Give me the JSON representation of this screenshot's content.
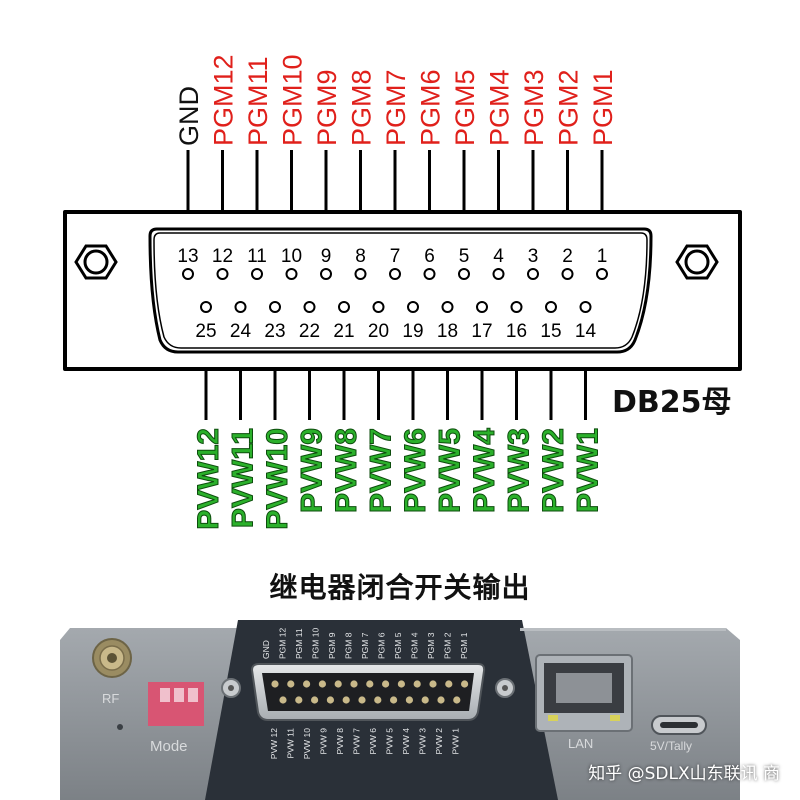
{
  "connector": {
    "name": "DB25母",
    "top_pins": [
      "13",
      "12",
      "11",
      "10",
      "9",
      "8",
      "7",
      "6",
      "5",
      "4",
      "3",
      "2",
      "1"
    ],
    "bottom_pins": [
      "25",
      "24",
      "23",
      "22",
      "21",
      "20",
      "19",
      "18",
      "17",
      "16",
      "15",
      "14"
    ],
    "top_signals": [
      "GND",
      "PGM12",
      "PGM11",
      "PGM10",
      "PGM9",
      "PGM8",
      "PGM7",
      "PGM6",
      "PGM5",
      "PGM4",
      "PGM3",
      "PGM2",
      "PGM1"
    ],
    "bottom_signals": [
      "PVW12",
      "PVW11",
      "PVW10",
      "PVW9",
      "PVW8",
      "PVW7",
      "PVW6",
      "PVW5",
      "PVW4",
      "PVW3",
      "PVW2",
      "PVW1"
    ]
  },
  "caption": "继电器闭合开关输出",
  "device": {
    "rf_label": "RF",
    "mode_label": "Mode",
    "lan_label": "LAN",
    "usb_label": "5V/Tally",
    "top_labels": [
      "GND",
      "PGM 12",
      "PGM 11",
      "PGM 10",
      "PGM 9",
      "PGM 8",
      "PGM 7",
      "PGM 6",
      "PGM 5",
      "PGM 4",
      "PGM 3",
      "PGM 2",
      "PGM 1"
    ],
    "bottom_labels": [
      "PVW 12",
      "PVW 11",
      "PVW 10",
      "PVW 9",
      "PVW 8",
      "PVW 7",
      "PVW 6",
      "PVW 5",
      "PVW 4",
      "PVW 3",
      "PVW 2",
      "PVW 1"
    ]
  },
  "watermark": "知乎 @SDLX山东联讯 商",
  "colors": {
    "gnd": "#111111",
    "pgm": "#e0201b",
    "pvw": "#2bb02b",
    "pvw_outline": "#0d4d0d",
    "device_body": "#8f949a",
    "device_panel": "#2a3038"
  }
}
